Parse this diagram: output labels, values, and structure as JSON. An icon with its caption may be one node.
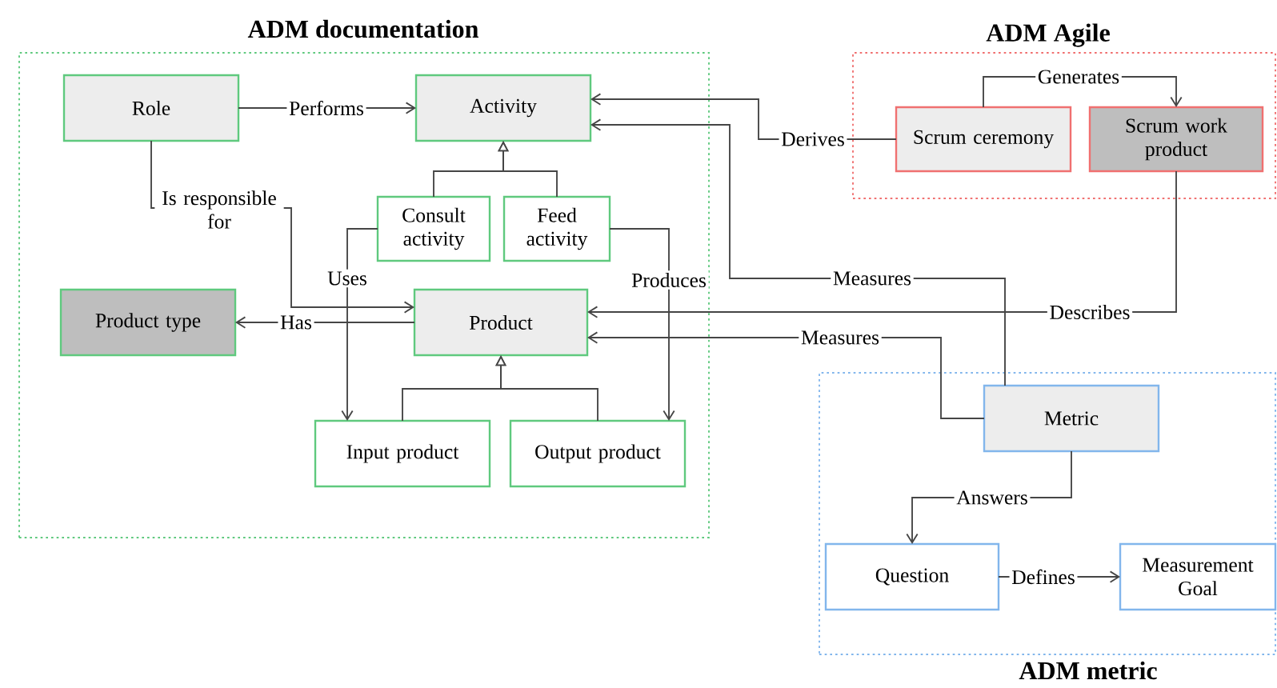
{
  "diagram": {
    "nodes": [
      {
        "text": [
          "ADM documentation"
        ]
      },
      {
        "text": [
          "Role"
        ],
        "in": 0
      },
      {
        "text": [
          "Activity"
        ],
        "in": 0
      },
      {
        "text": [
          "Consult activity"
        ],
        "in": 0
      },
      {
        "text": [
          "Feed activity"
        ],
        "in": 0
      },
      {
        "text": [
          "Product type"
        ],
        "in": 0
      },
      {
        "text": [
          "Product"
        ],
        "in": 0
      },
      {
        "text": [
          "Input product"
        ],
        "in": 0
      },
      {
        "text": [
          "Output product"
        ],
        "in": 0
      },
      {
        "text": [
          "ADM Agile"
        ]
      },
      {
        "text": [
          "Scrum ceremony"
        ],
        "in": 9
      },
      {
        "text": [
          "Scrum work product"
        ],
        "in": 9
      },
      {
        "text": [
          "ADM metric"
        ]
      },
      {
        "text": [
          "Metric"
        ],
        "in": 12
      },
      {
        "text": [
          "Question"
        ],
        "in": 12
      },
      {
        "text": [
          "Measurement Goal"
        ],
        "in": 12
      }
    ],
    "edges": [
      {
        "from": 1,
        "to": 2,
        "arrow": "to",
        "label": "Performs"
      },
      {
        "from": 1,
        "to": 6,
        "arrow": "to",
        "label": "Is responsible for"
      },
      {
        "from": 3,
        "to": 2,
        "arrow": "to"
      },
      {
        "from": 4,
        "to": 2,
        "arrow": "to"
      },
      {
        "from": 3,
        "to": 7,
        "arrow": "to",
        "label": "Uses"
      },
      {
        "from": 4,
        "to": 8,
        "arrow": "to",
        "label": "Produces"
      },
      {
        "from": 6,
        "to": 5,
        "arrow": "to",
        "label": "Has"
      },
      {
        "from": 7,
        "to": 6,
        "arrow": "to"
      },
      {
        "from": 8,
        "to": 6,
        "arrow": "to"
      },
      {
        "from": 10,
        "to": 2,
        "arrow": "to",
        "label": "Derives"
      },
      {
        "from": 13,
        "to": 2,
        "arrow": "to",
        "label": "Measures"
      },
      {
        "from": 11,
        "to": 6,
        "arrow": "to",
        "label": "Describes"
      },
      {
        "from": 13,
        "to": 6,
        "arrow": "to",
        "label": "Measures"
      },
      {
        "from": 10,
        "to": 11,
        "arrow": "to",
        "label": "Generates"
      },
      {
        "from": 13,
        "to": 14,
        "arrow": "to",
        "label": "Answers"
      },
      {
        "from": 14,
        "to": 15,
        "arrow": "to",
        "label": "Defines"
      }
    ]
  }
}
